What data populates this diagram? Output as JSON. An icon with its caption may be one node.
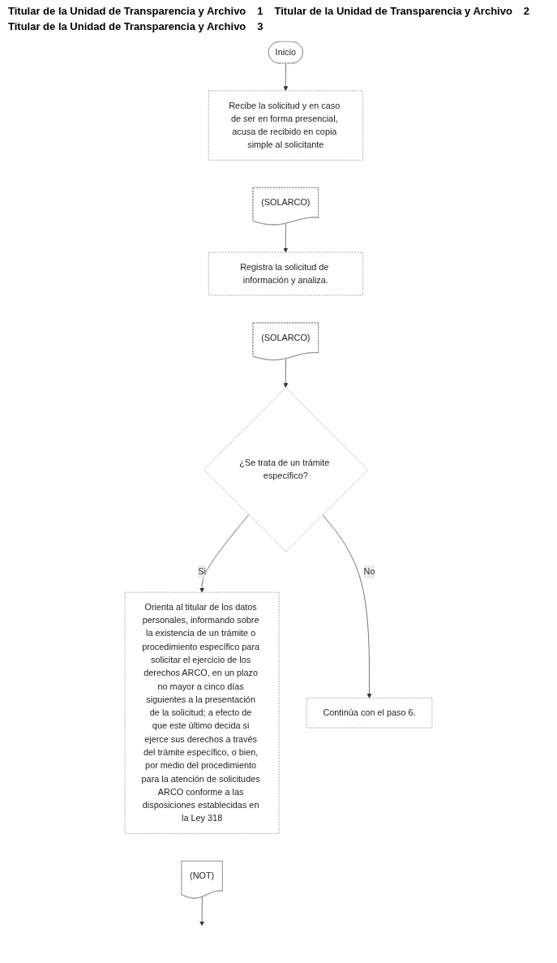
{
  "diagram": {
    "nodes": [
      {
        "text": [
          "Inicio"
        ]
      },
      {
        "text": [
          "Recibe la solicitud y en caso de ser en forma presencial, acusa de recibido en copia simple al solicitante"
        ]
      },
      {
        "text": [
          "(SOLARCO)"
        ]
      },
      {
        "text": [
          "Registra la solicitud de información y analiza."
        ]
      },
      {
        "text": [
          "(SOLARCO)"
        ]
      },
      {
        "text": [
          "¿Se trata de un trámite específico?"
        ]
      },
      {
        "text": [
          "Orienta al titular de los datos personales, informando sobre la existencia de un trámite o procedimiento específico para solicitar el ejercicio de los derechos ARCO, en un plazo no mayor a cinco días siguientes a la presentación de la solicitud; a efecto de que este último decida si ejerce sus derechos a través del trámite específico, o bien, por medio del procedimiento para la atención de solicitudes ARCO conforme a las disposiciones establecidas en la Ley 318"
        ]
      },
      {
        "text": [
          "Continúa con el paso 6."
        ]
      },
      {
        "text": [
          "(NOT)"
        ]
      }
    ],
    "edges": [
      {
        "from": 0,
        "to": 1,
        "arrow": "to"
      },
      {
        "from": 2,
        "to": 3,
        "arrow": "to"
      },
      {
        "from": 4,
        "to": 5,
        "arrow": "to"
      },
      {
        "from": 5,
        "to": 6,
        "label": "Si",
        "arrow": "to"
      },
      {
        "from": 5,
        "to": 7,
        "label": "No",
        "arrow": "to"
      },
      {
        "from": 8,
        "to": null,
        "arrow": "to"
      }
    ],
    "labels": [
      "Titular de la Unidad de Transparencia y Archivo",
      "1",
      "Titular de la Unidad de Transparencia y Archivo",
      "2",
      "Titular de la Unidad de Transparencia y Archivo",
      "3"
    ]
  }
}
